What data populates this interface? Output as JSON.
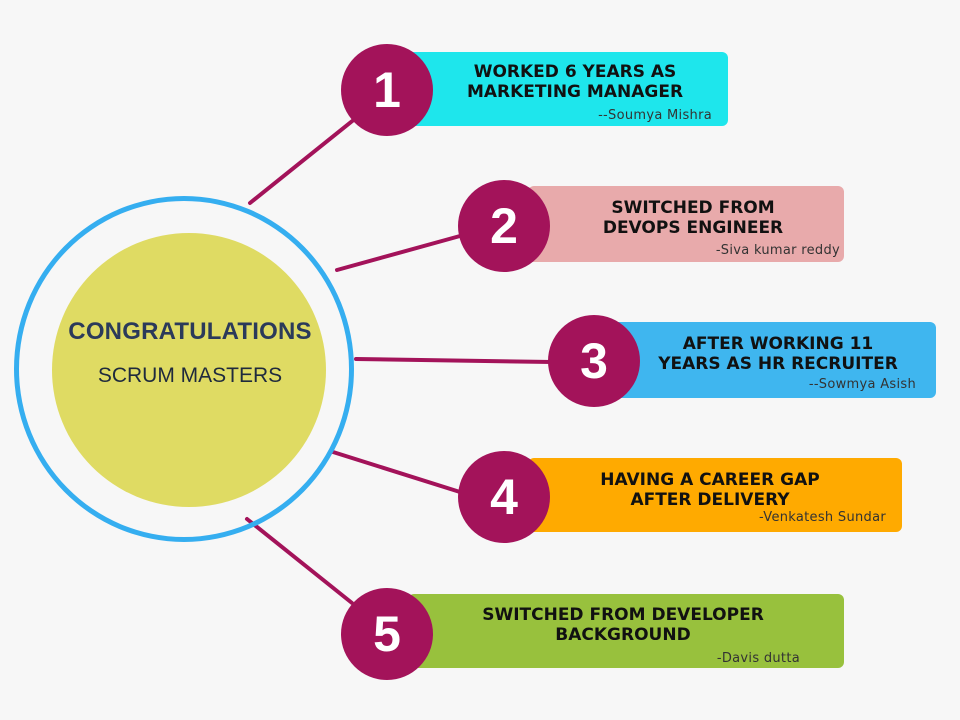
{
  "center": {
    "title": "CONGRATULATIONS",
    "subtitle": "SCRUM MASTERS"
  },
  "colors": {
    "badge": "#a3135a",
    "connector": "#a3135a",
    "ring": "#35aef0",
    "center_fill": "#dfdb63",
    "center_title": "#2b3a5a"
  },
  "items": [
    {
      "number": "1",
      "text": "WORKED 6 YEARS AS\nMARKETING MANAGER",
      "credit": "--Soumya Mishra",
      "color": "#1ee6ec"
    },
    {
      "number": "2",
      "text": "SWITCHED FROM\nDEVOPS ENGINEER",
      "credit": "-Siva kumar reddy",
      "color": "#e8aaab"
    },
    {
      "number": "3",
      "text": "AFTER WORKING 11\nYEARS AS HR RECRUITER",
      "credit": "--Sowmya Asish",
      "color": "#3fb6ef"
    },
    {
      "number": "4",
      "text": "HAVING A CAREER GAP\nAFTER DELIVERY",
      "credit": "-Venkatesh Sundar",
      "color": "#ffaa00"
    },
    {
      "number": "5",
      "text": "SWITCHED FROM DEVELOPER\nBACKGROUND",
      "credit": "-Davis dutta",
      "color": "#98c13d"
    }
  ]
}
